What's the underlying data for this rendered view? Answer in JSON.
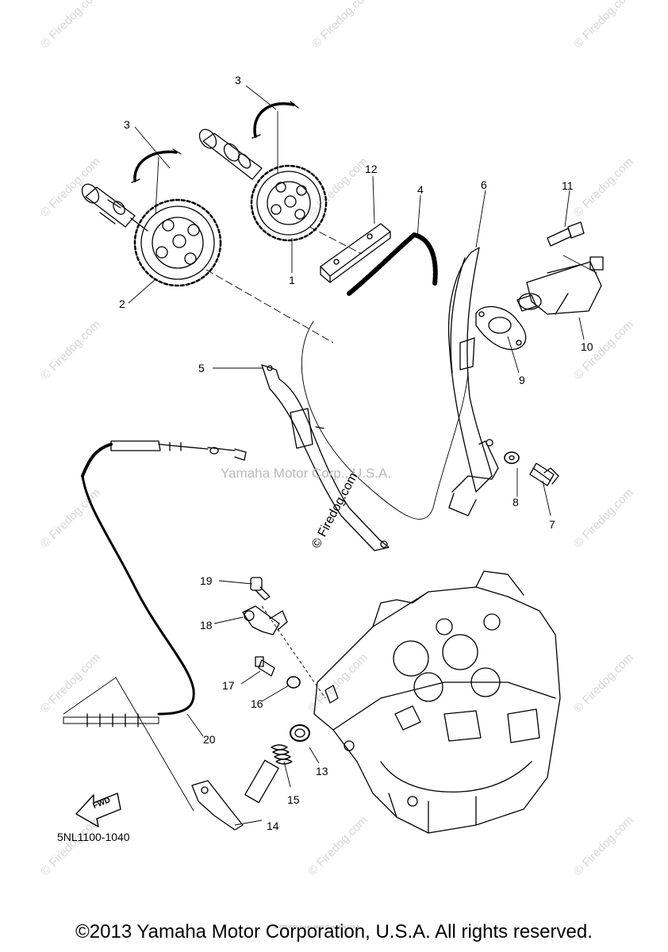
{
  "diagram": {
    "callouts": [
      {
        "id": "c1",
        "label": "1"
      },
      {
        "id": "c2",
        "label": "2"
      },
      {
        "id": "c3a",
        "label": "3"
      },
      {
        "id": "c3b",
        "label": "3"
      },
      {
        "id": "c4",
        "label": "4"
      },
      {
        "id": "c5",
        "label": "5"
      },
      {
        "id": "c6",
        "label": "6"
      },
      {
        "id": "c7",
        "label": "7"
      },
      {
        "id": "c8",
        "label": "8"
      },
      {
        "id": "c9",
        "label": "9"
      },
      {
        "id": "c10",
        "label": "10"
      },
      {
        "id": "c11",
        "label": "11"
      },
      {
        "id": "c12",
        "label": "12"
      },
      {
        "id": "c13",
        "label": "13"
      },
      {
        "id": "c14",
        "label": "14"
      },
      {
        "id": "c15",
        "label": "15"
      },
      {
        "id": "c16",
        "label": "16"
      },
      {
        "id": "c17",
        "label": "17"
      },
      {
        "id": "c18",
        "label": "18"
      },
      {
        "id": "c19",
        "label": "19"
      },
      {
        "id": "c20",
        "label": "20"
      }
    ],
    "fwd_label": "FWD",
    "part_code": "5NL1100-1040",
    "center_watermark": "Yamaha Motor Corp., U.S.A.",
    "center_firedog": "© Firedog.com",
    "tiny_text": "(c) 2005-2015 Yamaha Motor Corporation, U.S.A."
  },
  "watermark_text": "© Firedog.com",
  "footer": "©2013 Yamaha Motor Corporation, U.S.A. All rights reserved."
}
